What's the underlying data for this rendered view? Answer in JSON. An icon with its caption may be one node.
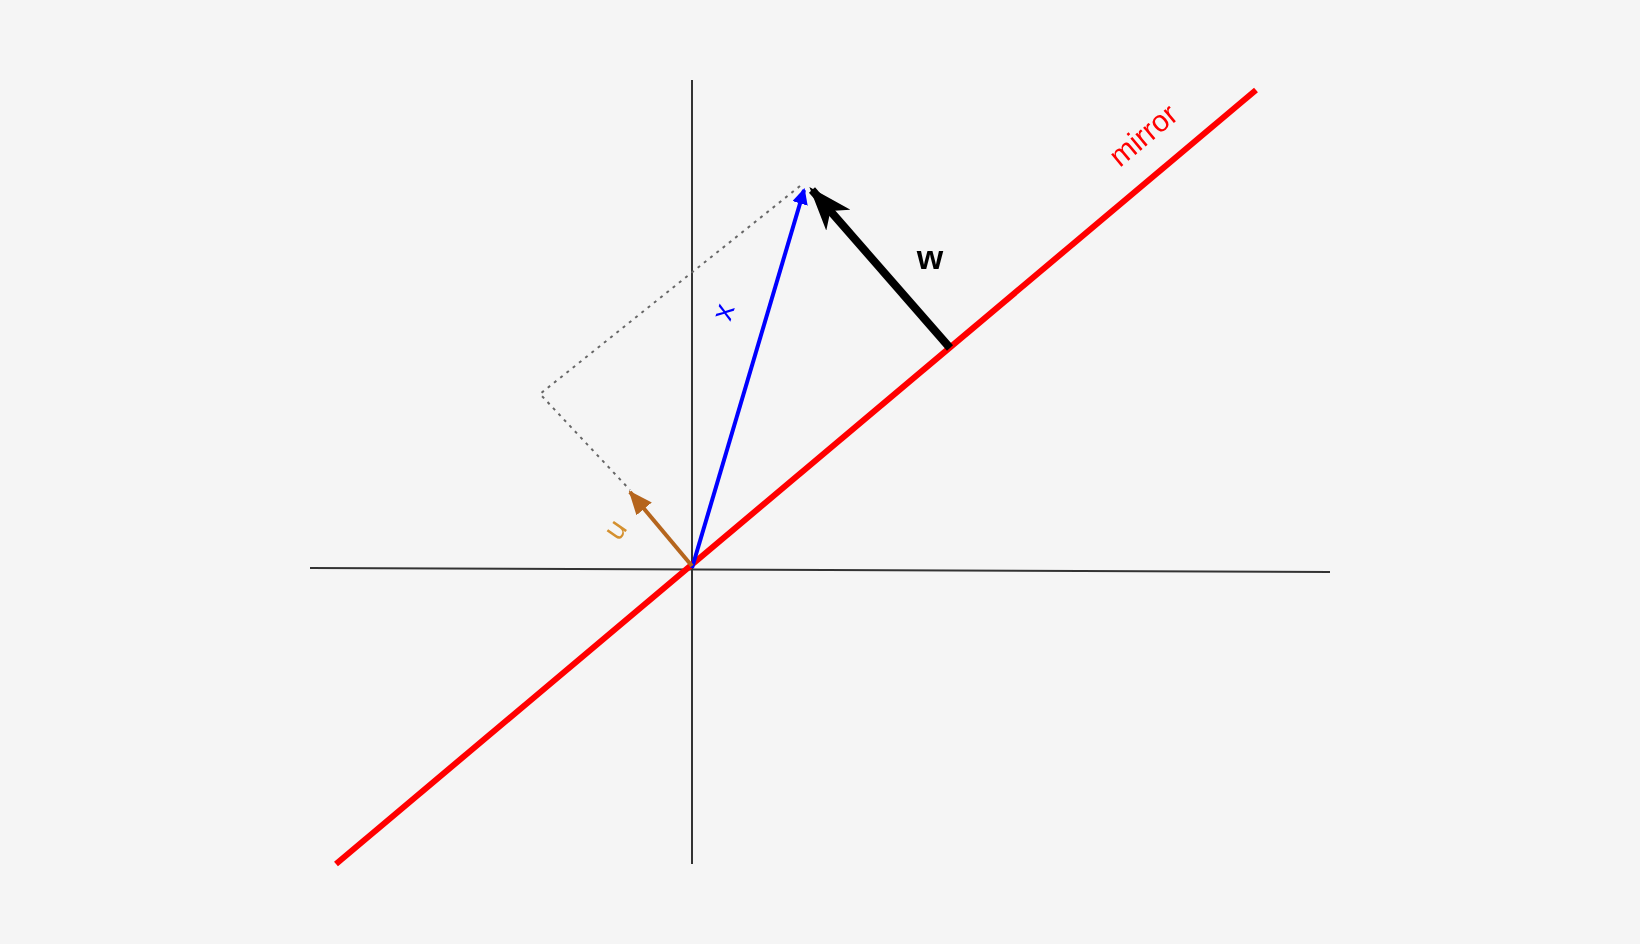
{
  "diagram": {
    "labels": [
      "mirror",
      "w",
      "x",
      "u"
    ]
  }
}
